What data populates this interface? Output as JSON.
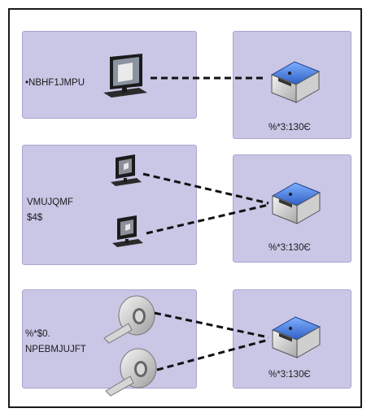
{
  "rows": [
    {
      "source_label": [
        "•NBHF1JMPU"
      ],
      "source_icon": "workstation-icon",
      "target_label": "%*3:130Є",
      "target_icon": "printer-device-icon"
    },
    {
      "source_label": [
        "VMUJQMF",
        "$4$"
      ],
      "source_icon": "computer-icon",
      "target_label": "%*3:130Є",
      "target_icon": "printer-device-icon"
    },
    {
      "source_label": [
        "%*$0.",
        "NPEBMJUJFT"
      ],
      "source_icon": "ct-scanner-icon",
      "target_label": "%*3:130Є",
      "target_icon": "printer-device-icon"
    }
  ],
  "colors": {
    "panel_fill": "#c9c6e6",
    "device_blue": "#3a6fd8",
    "connector": "#111111"
  }
}
